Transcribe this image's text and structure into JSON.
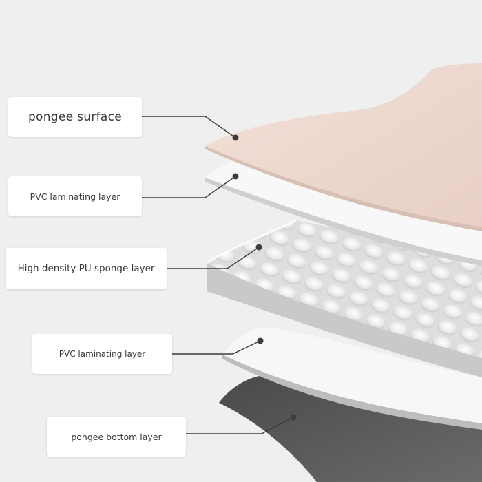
{
  "layers": [
    {
      "label": "pongee surface",
      "color": "#eed9d0"
    },
    {
      "label": "PVC laminating layer",
      "color": "#f7f7f7"
    },
    {
      "label": "High density PU sponge layer",
      "color": "#f1f1f1"
    },
    {
      "label": "PVC laminating layer",
      "color": "#f6f6f6"
    },
    {
      "label": "pongee bottom layer",
      "color": "#5b5b5b"
    }
  ]
}
